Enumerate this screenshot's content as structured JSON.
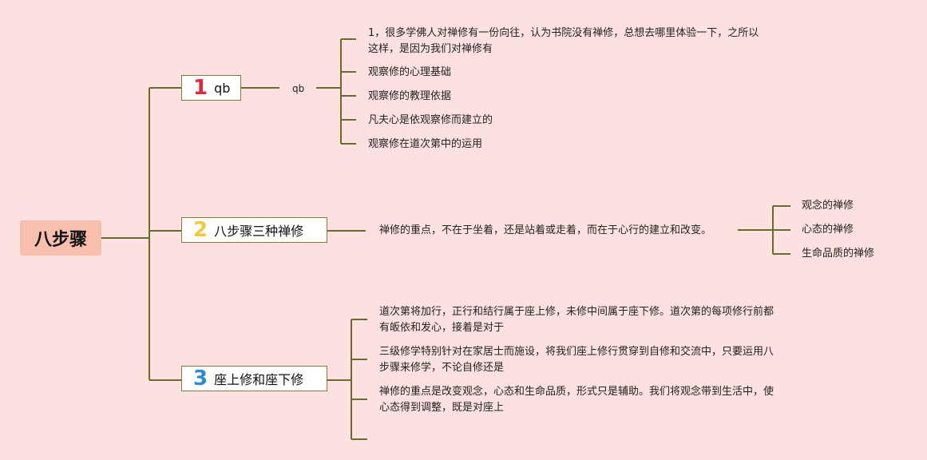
{
  "root": {
    "label": "八步骤"
  },
  "branches": [
    {
      "number": "1",
      "number_color": "#e0283c",
      "label": "qb",
      "sub": {
        "label": "qb"
      },
      "leaves": [
        "1，很多学佛人对禅修有一份向往，认为书院没有禅修，总想去哪里体验一下，之所以这样，是因为我们对禅修有",
        "观察修的心理基础",
        "观察修的教理依据",
        "凡夫心是依观察修而建立的",
        "观察修在道次第中的运用"
      ]
    },
    {
      "number": "2",
      "number_color": "#f1c93c",
      "label": "八步骤三种禅修",
      "sub": {
        "label": "禅修的重点，不在于坐着，还是站着或走着，而在于心行的建立和改变。"
      },
      "leaves": [
        "观念的禅修",
        "心态的禅修",
        "生命品质的禅修"
      ]
    },
    {
      "number": "3",
      "number_color": "#2a8ccf",
      "label": "座上修和座下修",
      "leaves": [
        "道次第将加行，正行和结行属于座上修，未修中间属于座下修。道次第的每项修行前都有皈依和发心，接着是对于",
        "三级修学特别针对在家居士而施设，将我们座上修行贯穿到自修和交流中，只要运用八步骤来修学，不论自修还是",
        "禅修的重点是改变观念，心态和生命品质，形式只是辅助。我们将观念带到生活中，使心态得到调整，既是对座上",
        ""
      ]
    }
  ],
  "colors": {
    "line": "#6b6a2e",
    "root_bg": "#f8bfae",
    "background": "#fde0e0"
  }
}
